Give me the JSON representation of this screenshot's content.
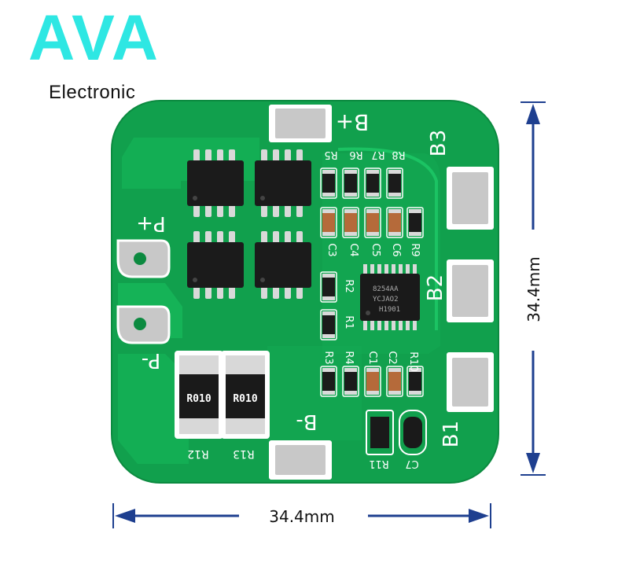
{
  "brand": {
    "name": "AVA",
    "tagline": "Electronic",
    "color": "#2ee7e3"
  },
  "pcb": {
    "board_color": "#11a04d",
    "trace_color": "#16b85a",
    "pad_color": "#c8c8c8",
    "silk_color": "#ffffff",
    "labels": {
      "b_plus": "B+",
      "b_minus": "B-",
      "p_plus": "P+",
      "p_minus": "P-",
      "b1": "B1",
      "b2": "B2",
      "b3": "B3"
    },
    "ref_designators": {
      "r5": "R5",
      "r6": "R6",
      "r7": "R7",
      "r8": "R8",
      "c3": "C3",
      "c4": "C4",
      "c5": "C5",
      "c6": "C6",
      "r9": "R9",
      "r2": "R2",
      "r1": "R1",
      "r3": "R3",
      "r4": "R4",
      "c1": "C1",
      "c2": "C2",
      "r10": "R10",
      "r11": "R11",
      "c7": "C7",
      "r12": "R12",
      "r13": "R13"
    },
    "shunt_marking": "R010",
    "ic_marking_lines": [
      "8254AA",
      "YCJAO2",
      "H1901"
    ]
  },
  "dimensions": {
    "width_label": "34.4mm",
    "height_label": "34.4mm",
    "arrow_color": "#1e3f8f"
  }
}
